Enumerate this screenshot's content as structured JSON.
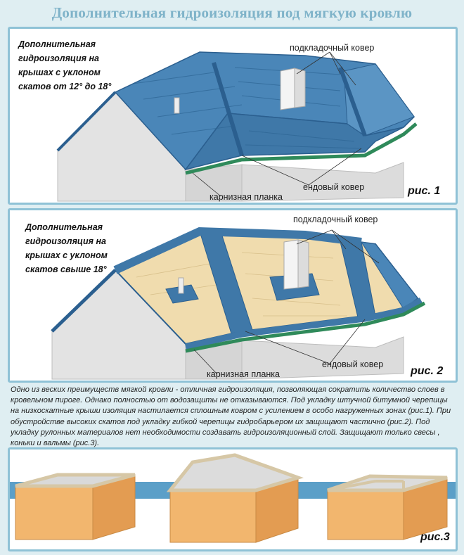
{
  "title": "Дополнительная гидроизоляция под мягкую кровлю",
  "panel1": {
    "note": [
      "Дополнительная",
      "гидроизоляция на",
      "крышах с уклоном",
      "скатов от 12° до 18°"
    ],
    "label_underlay": "подкладочный ковер",
    "label_valley": "ендовый ковер",
    "label_eave": "карнизная планка",
    "figure": "рис. 1"
  },
  "panel2": {
    "note": [
      "Дополнительная",
      "гидроизоляция на",
      "крышах с уклоном",
      "скатов свыше 18°"
    ],
    "label_underlay": "подкладочный ковер",
    "label_valley": "ендовый ковер",
    "label_eave": "карнизная планка",
    "figure": "рис. 2"
  },
  "description": "Одно из веских преимуществ мягкой кровли - отличная гидроизоляция, позволяющая сократить количество слоев в кровельном пироге. Однако полностью от водозащиты не отказываются. Под укладку штучной битумной черепицы на низкоскатные крыши изоляция настилается сплошным ковром с усилением в особо нагруженных зонах (рис.1). При обустройстве высоких скатов под укладку гибкой черепицы гидробарьером их защищают частично (рис.2). Под укладку рулонных материалов нет необходимости создавать гидроизоляционный слой. Защищают только свесы , коньки и вальмы (рис.3).",
  "panel3": {
    "figure": "рис.3"
  },
  "colors": {
    "membrane": "#3d7bb0",
    "membrane_dark": "#2b5f8f",
    "eave": "#2f8a5a",
    "wall": "#e4e4e4",
    "tile_base": "#f2dfb2",
    "title": "#7fb3c9"
  }
}
